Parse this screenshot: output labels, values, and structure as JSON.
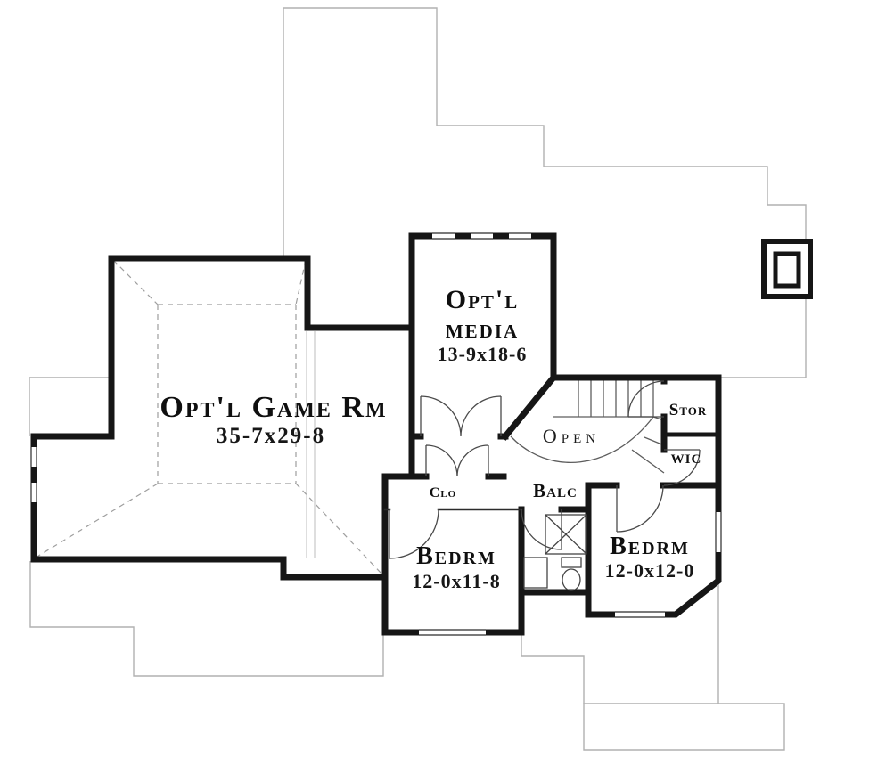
{
  "plan": {
    "colors": {
      "background": "#ffffff",
      "wall": "#161616",
      "lower_floor_outline": "#b1b1b1"
    },
    "rooms": {
      "game_room": {
        "name": "Opt'l Game Rm",
        "dims": "35-7x29-8"
      },
      "media_room": {
        "name_line1": "Opt'l",
        "name_line2": "media",
        "dims": "13-9x18-6"
      },
      "stair_well": {
        "name": "Open"
      },
      "storage": {
        "name": "Stor"
      },
      "walk_in_closet": {
        "name": "WIC"
      },
      "balcony": {
        "name": "Balc"
      },
      "closet": {
        "name": "Clo"
      },
      "bedroom_left": {
        "name": "Bedrm",
        "dims": "12-0x11-8"
      },
      "bedroom_right": {
        "name": "Bedrm",
        "dims": "12-0x12-0"
      }
    }
  }
}
